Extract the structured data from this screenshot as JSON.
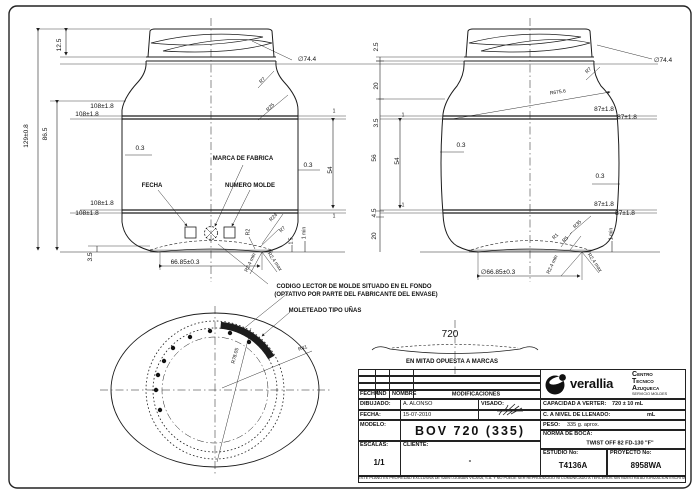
{
  "dims": {
    "d125": "12.5",
    "d129": "129±0.8",
    "d865": "86.5",
    "d108": "108±1.8",
    "d87": "87±1.8",
    "d03": "0.3",
    "d54": "54",
    "d1": "1",
    "d74": "∅74.4",
    "d25": "2.5",
    "d20": "20",
    "d35": "3.5",
    "d56": "56",
    "d45": "4.5",
    "r7": "R7",
    "r25": "R25",
    "r24": "R24",
    "r2": "R2",
    "r1": "R1",
    "r5": "R5",
    "r35": "R35",
    "rbody": "R675.6",
    "r78": "R78.05",
    "r41": "R41",
    "min1": "1 min",
    "d15": "1.5",
    "r24min": "R2.4 min",
    "r24max": "R2.4 max",
    "base_left": "66.85±0.3",
    "base_right": "∅66.85±0.3"
  },
  "marks": {
    "marca": "MARCA DE FABRICA",
    "fecha": "FECHA",
    "numero": "NUMERO MOLDE"
  },
  "notes": {
    "codigo1": "CODIGO LECTOR DE MOLDE SITUADO EN EL FONDO",
    "codigo2": "(OPTATIVO POR PARTE DEL FABRICANTE DEL ENVASE)",
    "moleteado": "MOLETEADO TIPO UÑAS"
  },
  "base_profile": {
    "value": "720",
    "caption": "EN MITAD OPUESTA A MARCAS"
  },
  "title_block": {
    "headers": {
      "fecha": "FECHA",
      "ind": "IND",
      "nombre": "NOMBRE",
      "modificaciones": "MODIFICACIONES"
    },
    "dibujado_label": "DIBUJADO:",
    "dibujado_value": "A. ALONSO",
    "visado_label": "VISADO:",
    "fecha_label": "FECHA:",
    "fecha_value": "15-07-2010",
    "modelo_label": "MODELO:",
    "modelo_value": "BOV 720 (335)",
    "escalas_label": "ESCALAS:",
    "escalas_value": "1/1",
    "cliente_label": "CLIENTE:",
    "cliente_value": "-",
    "capacidad_label": "CAPACIDAD A VERTER:",
    "capacidad_value": "720 ± 10 mL",
    "nivel_label": "C. A NIVEL DE LLENADO:",
    "nivel_unit": "mL",
    "peso_label": "PESO:",
    "peso_value": "335 g. aprox.",
    "norma_label": "NORMA DE BOCA:",
    "norma_value": "TWIST OFF 82 FD-130 \"F\"",
    "estudio_label": "ESTUDIO No:",
    "estudio_value": "T4136A",
    "proyecto_label": "PROYECTO No:",
    "proyecto_value": "8958WA",
    "brand": "verallia",
    "brand_lines": {
      "l1": "CENTRO",
      "l2": "TECNICO",
      "l3": "AZUQUECA",
      "l4": "SERVICIO MOLDES"
    },
    "disclaimer": "ESTE PLANO ES PROPIEDAD EXCLUSIVA DE SAINT-GOBAIN VICASA, S.A. Y NO PUEDE SER REPRODUCIDO NI COMUNICADO A TERCEROS SIN NUESTRA AUTORIZACION ESCRITA"
  },
  "colors": {
    "line": "#1c1c1c",
    "paper": "#ffffff",
    "ground_shadow": "#b9b9b9"
  }
}
